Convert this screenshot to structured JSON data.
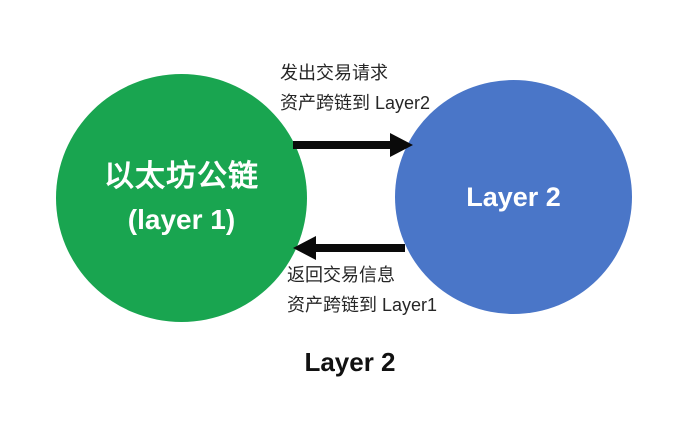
{
  "diagram": {
    "background_color": "#ffffff",
    "nodes": {
      "layer1": {
        "label_line1": "以太坊公链",
        "label_line2": "(layer 1)",
        "fill_color": "#19a550",
        "text_color": "#ffffff"
      },
      "layer2": {
        "label": "Layer 2",
        "fill_color": "#4a76c8",
        "text_color": "#ffffff"
      }
    },
    "arrows": {
      "forward": {
        "direction": "right",
        "color": "#0a0a0a",
        "label_line1": "发出交易请求",
        "label_line2": "资产跨链到 Layer2"
      },
      "backward": {
        "direction": "left",
        "color": "#0a0a0a",
        "label_line1": "返回交易信息",
        "label_line2": "资产跨链到 Layer1"
      }
    },
    "caption": "Layer 2"
  }
}
